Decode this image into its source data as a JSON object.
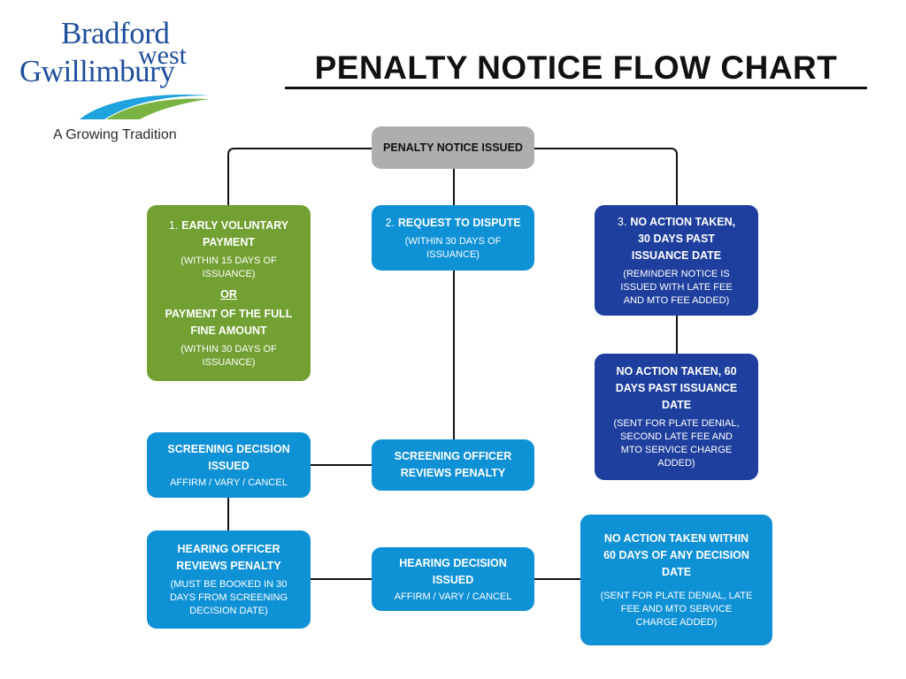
{
  "logo": {
    "line1": "Bradford",
    "line2": "west",
    "line3": "Gwillimbury",
    "tagline": "A Growing Tradition"
  },
  "title": "PENALTY NOTICE FLOW CHART",
  "colors": {
    "green": "#72a033",
    "light_blue": "#0f91d6",
    "dark_blue": "#1e3f9d",
    "gray": "#aeaeae"
  },
  "nodes": {
    "issued": {
      "title": "PENALTY NOTICE ISSUED"
    },
    "early": {
      "number": "1.",
      "title": "EARLY VOLUNTARY PAYMENT",
      "sub1": "(WITHIN 15 DAYS OF ISSUANCE)",
      "or": "OR",
      "title2": "PAYMENT OF THE FULL FINE AMOUNT",
      "sub2": "(WITHIN 30 DAYS OF ISSUANCE)"
    },
    "dispute": {
      "number": "2.",
      "title": "REQUEST TO DISPUTE",
      "sub": "(WITHIN 30 DAYS OF ISSUANCE)"
    },
    "no_action_30": {
      "number": "3.",
      "title": "NO ACTION TAKEN, 30 DAYS PAST ISSUANCE DATE",
      "sub": "(REMINDER NOTICE IS ISSUED WITH LATE FEE AND MTO FEE ADDED)"
    },
    "no_action_60": {
      "title": "NO ACTION TAKEN, 60 DAYS PAST ISSUANCE DATE",
      "sub": "(SENT FOR PLATE DENIAL, SECOND LATE FEE AND MTO SERVICE CHARGE ADDED)"
    },
    "screening_review": {
      "title": "SCREENING OFFICER REVIEWS PENALTY"
    },
    "screening_decision": {
      "title": "SCREENING DECISION ISSUED",
      "sub": "AFFIRM / VARY / CANCEL"
    },
    "hearing_review": {
      "title": "HEARING OFFICER REVIEWS PENALTY",
      "sub": "(MUST BE BOOKED IN 30 DAYS FROM SCREENING DECISION DATE)"
    },
    "hearing_decision": {
      "title": "HEARING DECISION ISSUED",
      "sub": "AFFIRM / VARY / CANCEL"
    },
    "no_action_decision": {
      "title": "NO ACTION TAKEN WITHIN 60 DAYS OF ANY DECISION DATE",
      "sub": "(SENT FOR PLATE DENIAL, LATE FEE AND MTO SERVICE CHARGE ADDED)"
    }
  }
}
